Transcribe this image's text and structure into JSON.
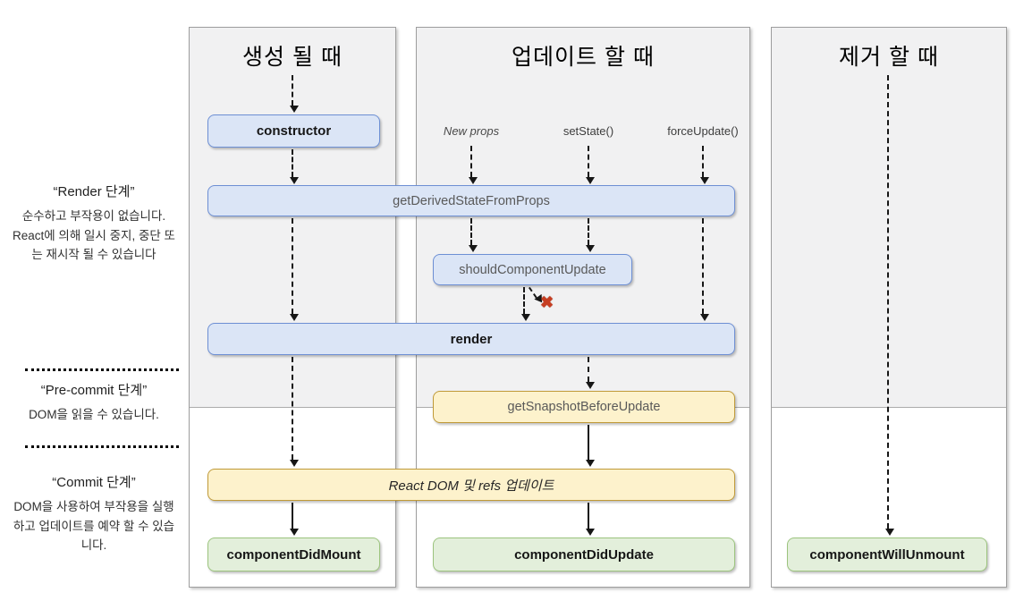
{
  "columns": {
    "mount": {
      "title": "생성 될 때"
    },
    "update": {
      "title": "업데이트 할 때"
    },
    "unmount": {
      "title": "제거 할 때"
    }
  },
  "sidebar": {
    "render_phase": {
      "title": "“Render 단계”",
      "body": "순수하고 부작용이 없습니다. React에 의해 일시 중지, 중단 또는 재시작 될 수 있습니다"
    },
    "precommit_phase": {
      "title": "“Pre-commit 단계”",
      "body": "DOM을 읽을 수 있습니다."
    },
    "commit_phase": {
      "title": "“Commit 단계”",
      "body": "DOM을 사용하여 부작용을 실행하고 업데이트를 예약 할 수 있습니다."
    }
  },
  "triggers": {
    "new_props": "New props",
    "set_state": "setState()",
    "force_update": "forceUpdate()"
  },
  "boxes": {
    "constructor": "constructor",
    "get_derived_state_from_props": "getDerivedStateFromProps",
    "should_component_update": "shouldComponentUpdate",
    "render": "render",
    "get_snapshot_before_update": "getSnapshotBeforeUpdate",
    "react_dom_update": "React DOM 및 refs 업데이트",
    "component_did_mount": "componentDidMount",
    "component_did_update": "componentDidUpdate",
    "component_will_unmount": "componentWillUnmount"
  },
  "icons": {
    "skip_update_cross": "✖"
  },
  "colors": {
    "box_blue_fill": "#dbe5f6",
    "box_blue_border": "#6d8fd4",
    "box_yellow_fill": "#fdf2cc",
    "box_yellow_border": "#c09a38",
    "box_green_fill": "#e3efdb",
    "box_green_border": "#9cc47e",
    "panel_gray": "#f1f1f2",
    "cross_red": "#c63e22"
  }
}
